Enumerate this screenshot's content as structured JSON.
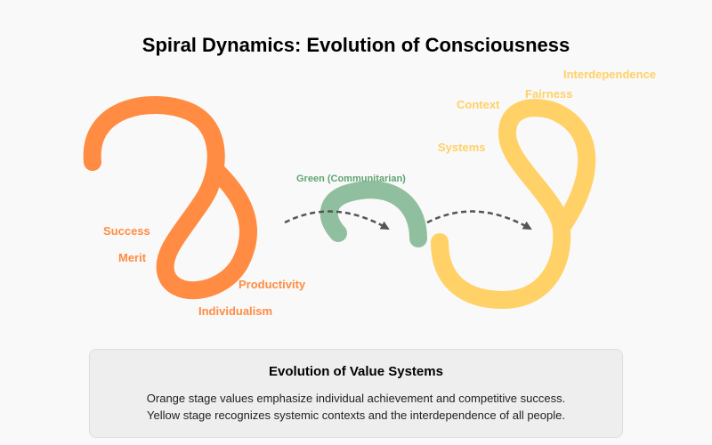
{
  "title": "Spiral Dynamics: Evolution of Consciousness",
  "colors": {
    "orange": "#ff8c42",
    "green": "#90bf9f",
    "green_text": "#5fa472",
    "yellow": "#ffd166",
    "arrow": "#555555"
  },
  "orange_stage": {
    "labels": [
      "Success",
      "Merit",
      "Productivity",
      "Individualism"
    ]
  },
  "green_stage": {
    "label": "Green (Communitarian)"
  },
  "yellow_stage": {
    "labels": [
      "Systems",
      "Context",
      "Fairness",
      "Interdependence"
    ]
  },
  "info": {
    "heading": "Evolution of Value Systems",
    "lines": [
      "Orange stage values emphasize individual achievement and competitive success.",
      "Yellow stage recognizes systemic contexts and the interdependence of all people."
    ]
  }
}
